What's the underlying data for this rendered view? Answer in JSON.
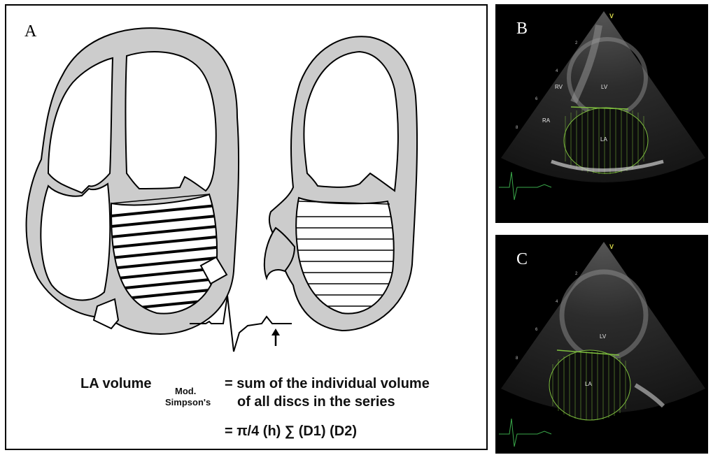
{
  "panel_a": {
    "letter": "A",
    "formula": {
      "lhs": "LA volume",
      "sub_1": "Mod.",
      "sub_2": "Simpson's",
      "line_1": "= sum of the individual volume",
      "line_2": "of all discs in the series",
      "line_3": "= π/4 (h) ∑ (D1) (D2)"
    }
  },
  "panel_b": {
    "letter": "B",
    "labels": {
      "rv": "RV",
      "lv": "LV",
      "ra": "RA",
      "la": "LA",
      "v": "V"
    },
    "ticks": [
      "2",
      "4",
      "6",
      "8"
    ]
  },
  "panel_c": {
    "letter": "C",
    "labels": {
      "lv": "LV",
      "la": "LA",
      "v": "V"
    },
    "ticks": [
      "2",
      "4",
      "6",
      "8"
    ]
  },
  "colors": {
    "wall": "#cccccc",
    "outline": "#000000",
    "echo_bg": "#000000",
    "trace": "#3aa84a",
    "disc_grid": "#7fbf3f"
  }
}
